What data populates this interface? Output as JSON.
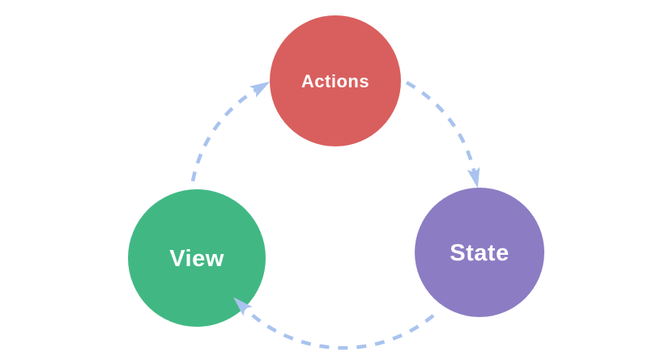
{
  "diagram": {
    "type": "cycle",
    "background_color": "#ffffff",
    "label_color": "#ffffff",
    "arrow_color": "#a9c3ef",
    "nodes": [
      {
        "id": "actions",
        "label": "Actions",
        "color": "#d95f5e"
      },
      {
        "id": "state",
        "label": "State",
        "color": "#8c7cc4"
      },
      {
        "id": "view",
        "label": "View",
        "color": "#41b883"
      }
    ],
    "flows": [
      {
        "from": "view",
        "to": "actions"
      },
      {
        "from": "actions",
        "to": "state"
      },
      {
        "from": "state",
        "to": "view"
      }
    ]
  }
}
